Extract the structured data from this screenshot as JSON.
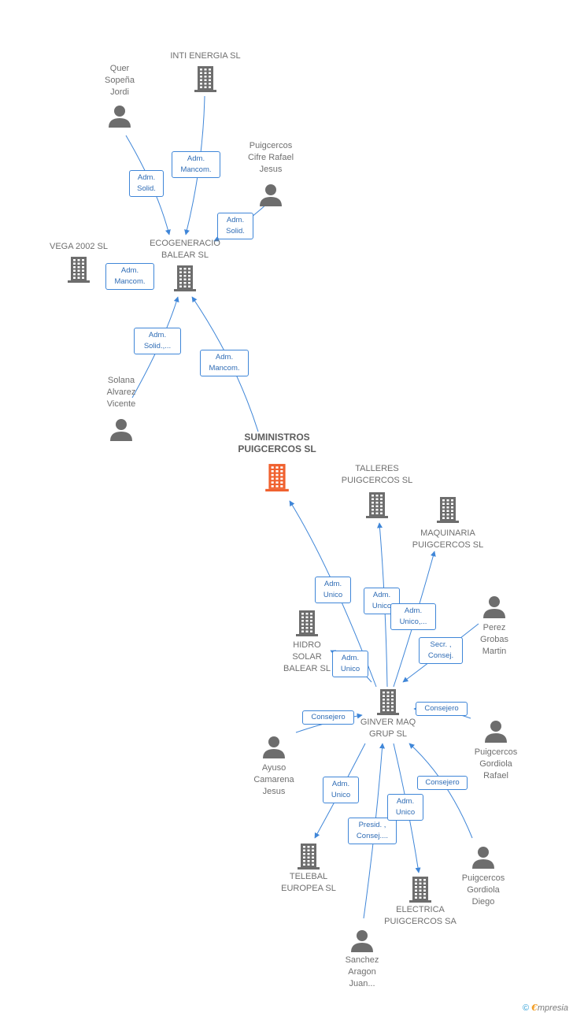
{
  "colors": {
    "node": "#6d6d6d",
    "focus": "#f0612f",
    "edge": "#3f86d8",
    "label": "#6f6f6f"
  },
  "nodes": {
    "inti": {
      "label": "INTI ENERGIA SL",
      "type": "company"
    },
    "quer": {
      "label": "Quer\nSopeña\nJordi",
      "type": "person"
    },
    "puig_cifre": {
      "label": "Puigcercos\nCifre Rafael\nJesus",
      "type": "person"
    },
    "vega": {
      "label": "VEGA 2002 SL",
      "type": "company"
    },
    "ecogen": {
      "label": "ECOGENERACIO\nBALEAR  SL",
      "type": "company"
    },
    "solana": {
      "label": "Solana\nAlvarez\nVicente",
      "type": "person"
    },
    "suministros": {
      "label": "SUMINISTROS\nPUIGCERCOS SL",
      "type": "focus"
    },
    "talleres": {
      "label": "TALLERES\nPUIGCERCOS SL",
      "type": "company"
    },
    "maquinaria": {
      "label": "MAQUINARIA\nPUIGCERCOS SL",
      "type": "company"
    },
    "perez": {
      "label": "Perez\nGrobas\nMartin",
      "type": "person"
    },
    "hidro": {
      "label": "HIDRO\nSOLAR\nBALEAR SL",
      "type": "company"
    },
    "ginver": {
      "label": "GINVER MAQ\nGRUP SL",
      "type": "company"
    },
    "ayuso": {
      "label": "Ayuso\nCamarena\nJesus",
      "type": "person"
    },
    "puig_gord_rafael": {
      "label": "Puigcercos\nGordiola\nRafael",
      "type": "person"
    },
    "telebal": {
      "label": "TELEBAL\nEUROPEA SL",
      "type": "company"
    },
    "electrica": {
      "label": "ELECTRICA\nPUIGCERCOS SA",
      "type": "company"
    },
    "puig_gord_diego": {
      "label": "Puigcercos\nGordiola\nDiego",
      "type": "person"
    },
    "sanchez": {
      "label": "Sanchez\nAragon\nJuan...",
      "type": "person"
    }
  },
  "relations": {
    "r1": "Adm.\nSolid.",
    "r2": "Adm.\nMancom.",
    "r3": "Adm.\nSolid.",
    "r4": "Adm.\nMancom.",
    "r5": "Adm.\nSolid.,...",
    "r6": "Adm.\nMancom.",
    "r7": "Adm.\nUnico",
    "r8": "Adm.\nUnico",
    "r9": "Adm.\nUnico,...",
    "r10": "Secr. ,\nConsej.",
    "r11": "Adm.\nUnico",
    "r12": "Consejero",
    "r13": "Consejero",
    "r14": "Consejero",
    "r15": "Adm.\nUnico",
    "r16": "Presid. ,\nConsej....",
    "r17": "Adm.\nUnico"
  },
  "footer": {
    "copyright": "©",
    "brand_initial": "€",
    "brand_rest": "mpresia"
  }
}
